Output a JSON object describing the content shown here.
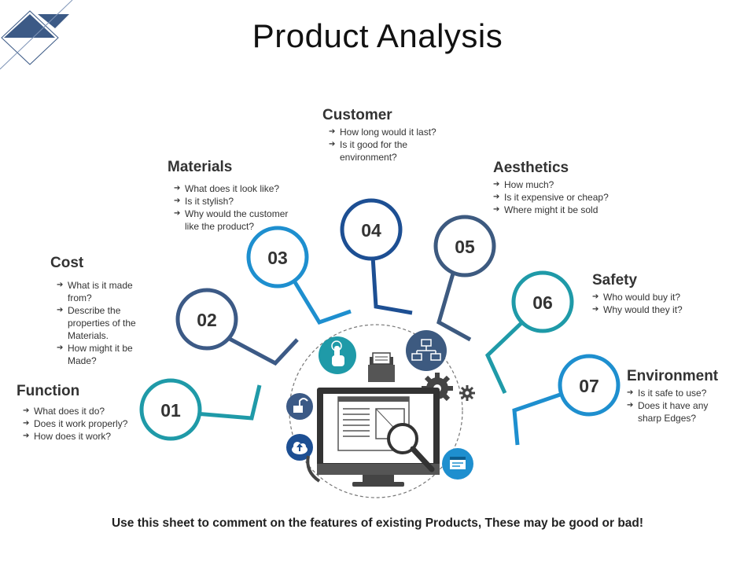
{
  "title": "Product Analysis",
  "footer": "Use this sheet to comment on the features of existing  Products, These may be good or bad!",
  "items": [
    {
      "num": "01",
      "heading": "Function",
      "bullets": [
        "What does it do?",
        "Does it work properly?",
        "How does it work?"
      ]
    },
    {
      "num": "02",
      "heading": "Cost",
      "bullets": [
        "What is it made from?",
        "Describe the properties  of the Materials.",
        "How might it be Made?"
      ]
    },
    {
      "num": "03",
      "heading": "Materials",
      "bullets": [
        "What does it look like?",
        "Is it stylish?",
        "Why would the customer like the product?"
      ]
    },
    {
      "num": "04",
      "heading": "Customer",
      "bullets": [
        "How long would it last?",
        "Is it good for the environment?"
      ]
    },
    {
      "num": "05",
      "heading": "Aesthetics",
      "bullets": [
        "How much?",
        "Is it expensive  or cheap?",
        "Where might it be sold"
      ]
    },
    {
      "num": "06",
      "heading": "Safety",
      "bullets": [
        "Who would buy it?",
        "Why would they it?"
      ]
    },
    {
      "num": "07",
      "heading": "Environment",
      "bullets": [
        "Is it safe to use?",
        "Does it have any sharp Edges?"
      ]
    }
  ],
  "colors": {
    "c01": "#1f9aa8",
    "c02": "#3c5a86",
    "c03": "#1e8fcf",
    "c04": "#1d4f93",
    "c05": "#3d5a80",
    "c06": "#1f9aa8",
    "c07": "#1e8fcf",
    "dark": "#444444",
    "corner": "#3c5a86"
  },
  "icons": [
    "touch-icon",
    "folder-icon",
    "network-icon",
    "gear-icon",
    "unlock-icon",
    "cloud-upload-icon",
    "browser-window-icon",
    "monitor-icon",
    "magnifier-icon"
  ]
}
